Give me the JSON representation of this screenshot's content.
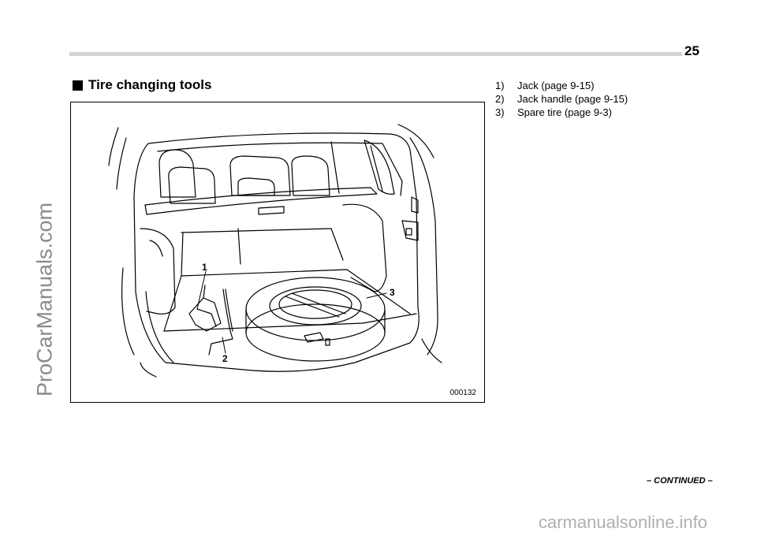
{
  "watermark_side": "ProCarManuals.com",
  "header": {
    "page_number": "25"
  },
  "section": {
    "title": "Tire changing tools",
    "bullet_icon": "black-square-icon"
  },
  "figure": {
    "callouts": [
      "1",
      "2",
      "3"
    ],
    "code": "000132"
  },
  "tools": [
    {
      "num": "1)",
      "label": "Jack (page 9-15)"
    },
    {
      "num": "2)",
      "label": "Jack handle (page 9-15)"
    },
    {
      "num": "3)",
      "label": "Spare tire (page 9-3)"
    }
  ],
  "footer": {
    "continued": "– CONTINUED –",
    "watermark": "carmanualsonline.info"
  }
}
